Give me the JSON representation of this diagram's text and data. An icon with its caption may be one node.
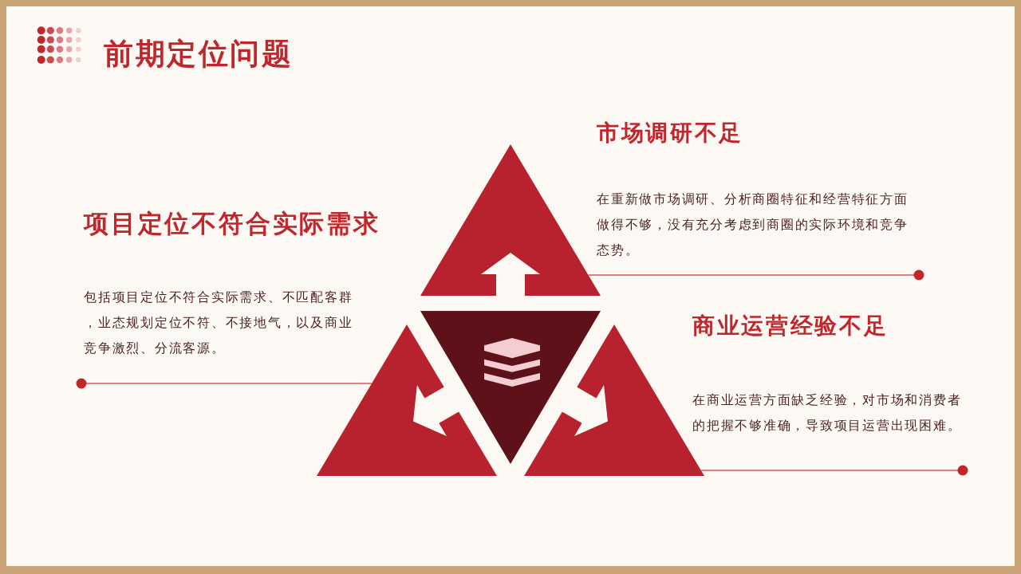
{
  "diagram": {
    "title": "前期定位问题",
    "nodes": [
      {
        "text": [
          "项目定位不符合实际需求",
          "包括项目定位不符合实际需求、不匹配客群，业态规划定位不符、不接地气，以及商业竞争激烈、分流客源。"
        ]
      },
      {
        "text": [
          "市场调研不足",
          "在重新做市场调研、分析商圈特征和经营特征方面做得不够，没有充分考虑到商圈的实际环境和竞争态势。"
        ]
      },
      {
        "text": [
          "商业运营经验不足",
          "在商业运营方面缺乏经验，对市场和消费者的把握不够准确，导致项目运营出现困难。"
        ]
      },
      {
        "text": [],
        "shape": "triangle"
      },
      {
        "text": [],
        "shape": "triangle"
      },
      {
        "text": [],
        "shape": "triangle"
      },
      {
        "text": [],
        "shape": "triangle"
      }
    ],
    "edges": [
      {
        "from": 0,
        "to": 5,
        "arrow": "other"
      },
      {
        "from": 1,
        "to": 3,
        "arrow": "other"
      },
      {
        "from": 2,
        "to": 6,
        "arrow": "other"
      }
    ]
  }
}
